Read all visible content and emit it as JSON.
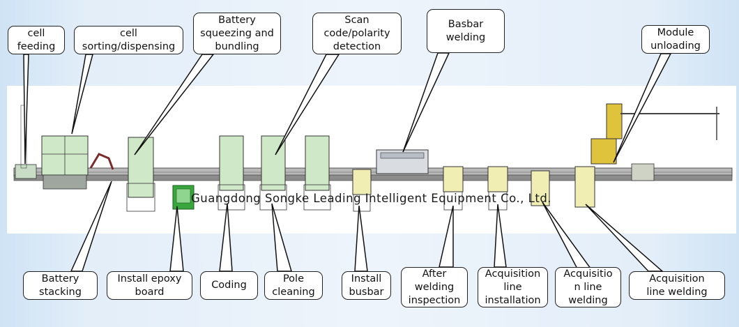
{
  "company": "Guangdong Songke Leading Intelligent Equipment Co., Ltd.",
  "top_labels": [
    {
      "id": "cell-feeding",
      "text": "cell\nfeeding"
    },
    {
      "id": "cell-sorting",
      "text": "cell\nsorting/dispensing"
    },
    {
      "id": "battery-squeezing",
      "text": "Battery\nsqueezing and\nbundling"
    },
    {
      "id": "scan-code",
      "text": "Scan\ncode/polarity\ndetection"
    },
    {
      "id": "busbar-welding",
      "text": "Basbar\nwelding"
    },
    {
      "id": "module-unloading",
      "text": "Module\nunloading"
    }
  ],
  "bottom_labels": [
    {
      "id": "battery-stacking",
      "text": "Battery\nstacking"
    },
    {
      "id": "install-epoxy",
      "text": "Install epoxy\nboard"
    },
    {
      "id": "coding",
      "text": "Coding"
    },
    {
      "id": "pole-cleaning",
      "text": "Pole\ncleaning"
    },
    {
      "id": "install-busbar",
      "text": "Install\nbusbar"
    },
    {
      "id": "after-welding",
      "text": "After\nwelding\ninspection"
    },
    {
      "id": "acq-installation",
      "text": "Acquisition\nline\ninstallation"
    },
    {
      "id": "acq-welding-1",
      "text": "Acquisitio\nn line\nwelding"
    },
    {
      "id": "acq-welding-2",
      "text": "Acquisition\nline welding"
    }
  ],
  "colors": {
    "station_green": "#cfe8c8",
    "station_yellow": "#f1eeb4",
    "conveyor": "#8a8a8a",
    "outline": "#222222"
  }
}
